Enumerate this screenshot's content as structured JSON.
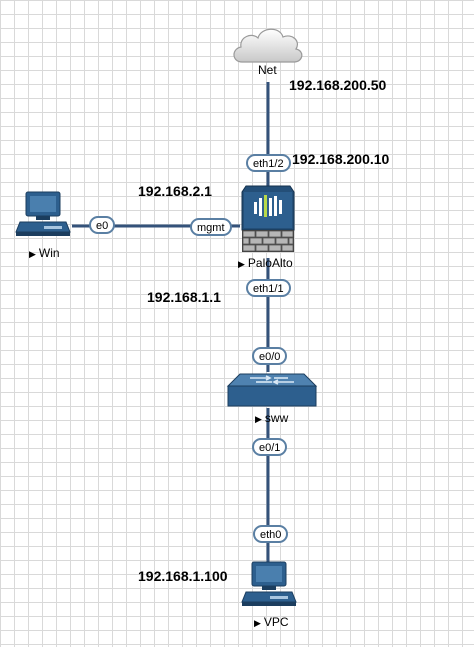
{
  "nodes": {
    "net": {
      "label": "Net"
    },
    "win": {
      "label": "Win"
    },
    "paloalto": {
      "label": "PaloAlto"
    },
    "sww": {
      "label": "sww"
    },
    "vpc": {
      "label": "VPC"
    }
  },
  "interfaces": {
    "paloalto_eth1_2": "eth1/2",
    "paloalto_mgmt": "mgmt",
    "win_e0": "e0",
    "paloalto_eth1_1": "eth1/1",
    "sww_e0_0": "e0/0",
    "sww_e0_1": "e0/1",
    "vpc_eth0": "eth0"
  },
  "ips": {
    "net_link": "192.168.200.50",
    "paloalto_out": "192.168.200.10",
    "mgmt": "192.168.2.1",
    "paloalto_in": "192.168.1.1",
    "vpc": "192.168.1.100"
  },
  "colors": {
    "link": "#34527a",
    "port_border": "#5a7fa3",
    "device_blue": "#2d5f8e",
    "grid": "#d9d9d9"
  },
  "icons": {
    "net": "cloud-icon",
    "win": "computer-icon",
    "paloalto": "firewall-icon",
    "sww": "switch-icon",
    "vpc": "computer-icon"
  }
}
